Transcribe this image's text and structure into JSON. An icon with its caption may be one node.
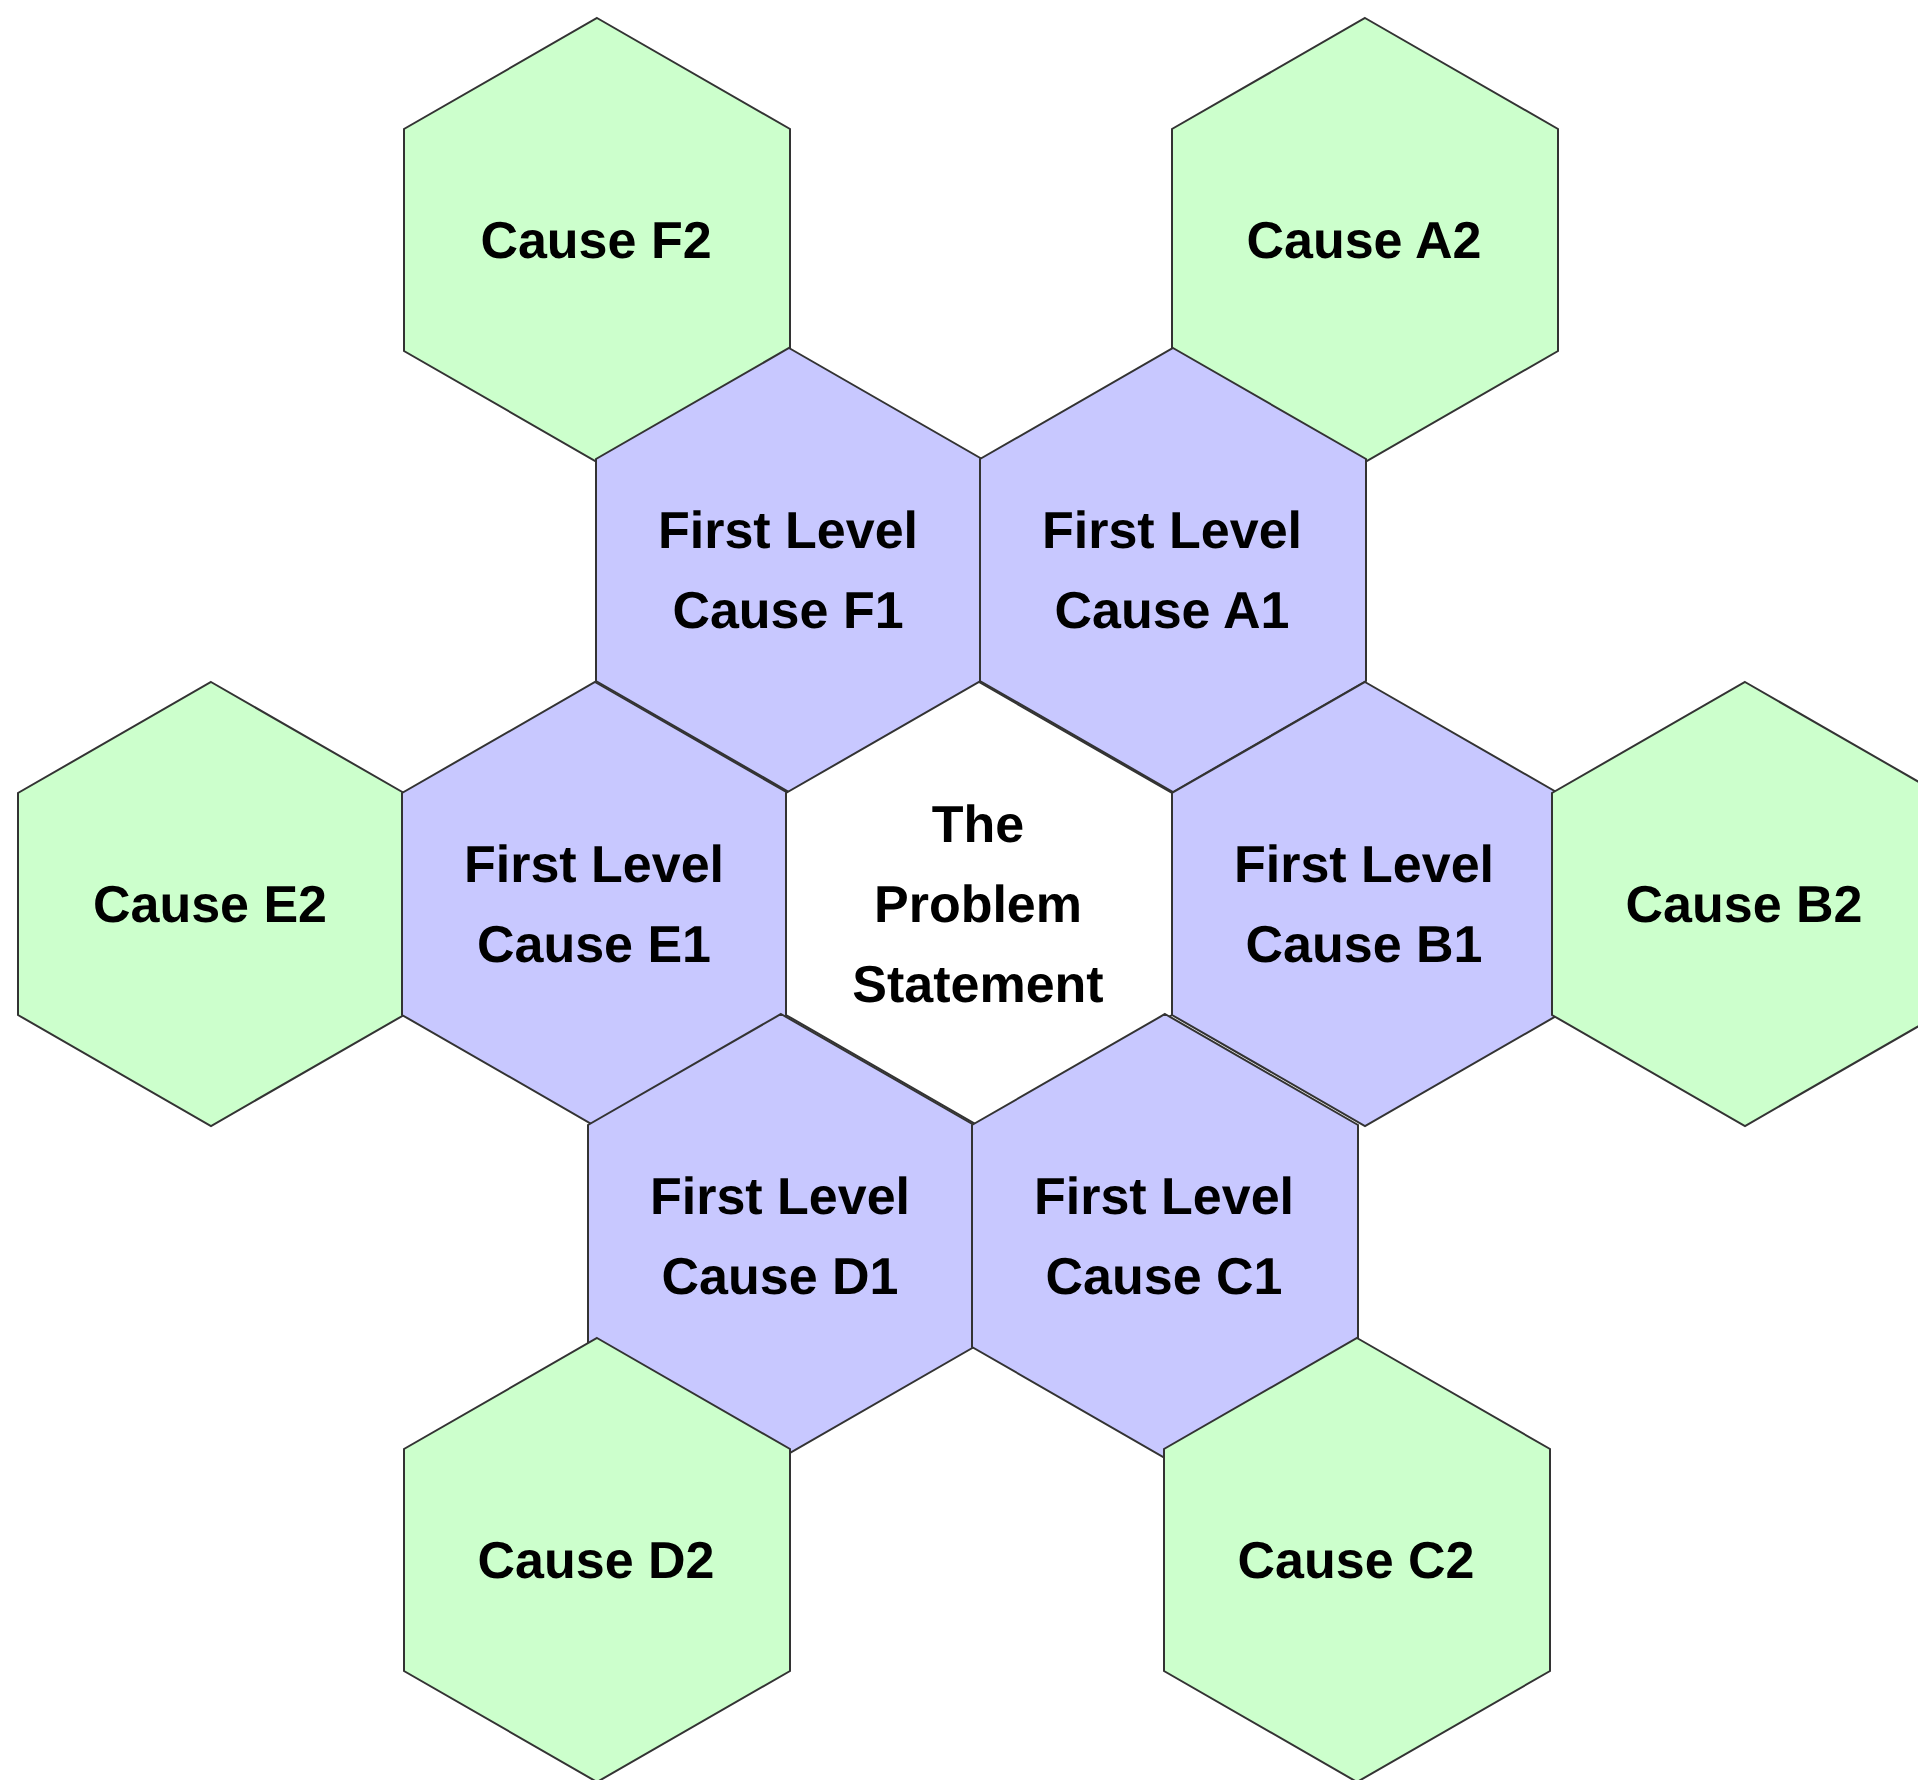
{
  "diagram": {
    "nodes": [
      {
        "text": [
          "Cause F2"
        ]
      },
      {
        "text": [
          "Cause A2"
        ]
      },
      {
        "text": [
          "First Level Cause F1"
        ]
      },
      {
        "text": [
          "First Level Cause A1"
        ]
      },
      {
        "text": [
          "Cause E2"
        ]
      },
      {
        "text": [
          "First Level Cause E1"
        ]
      },
      {
        "text": [
          "The Problem Statement"
        ]
      },
      {
        "text": [
          "First Level Cause B1"
        ]
      },
      {
        "text": [
          "Cause B2"
        ]
      },
      {
        "text": [
          "First Level Cause D1"
        ]
      },
      {
        "text": [
          "First Level Cause C1"
        ]
      },
      {
        "text": [
          "Cause D2"
        ]
      },
      {
        "text": [
          "Cause C2"
        ]
      }
    ]
  }
}
